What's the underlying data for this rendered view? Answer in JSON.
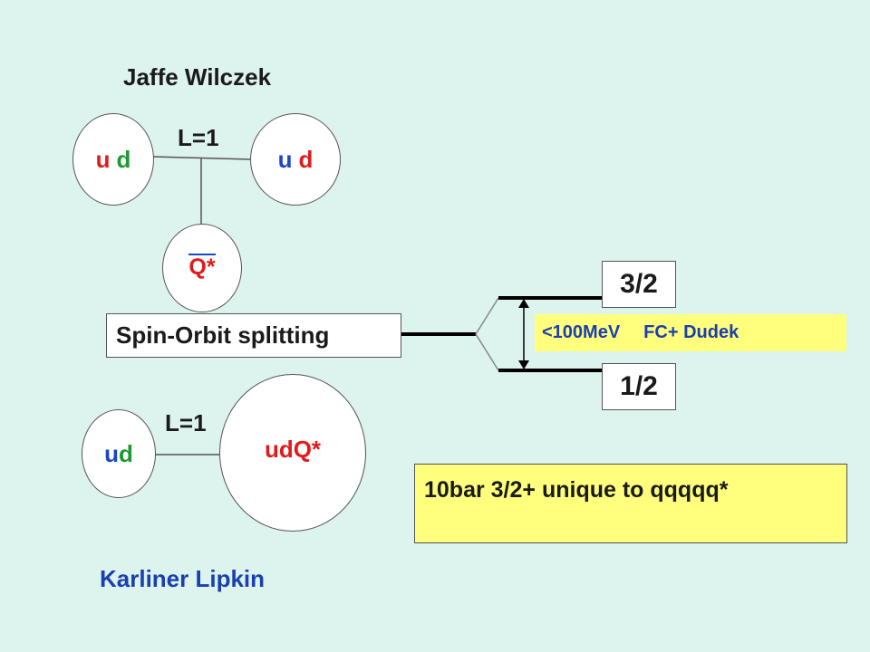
{
  "jaffe_wilczek": {
    "title": "Jaffe Wilczek",
    "left_diquark": {
      "u": "u",
      "d": "d"
    },
    "right_diquark": {
      "u": "u",
      "d": "d"
    },
    "orbital_label": "L=1",
    "antiquark": "Q*"
  },
  "karliner_lipkin": {
    "title": "Karliner Lipkin",
    "diquark": {
      "u": "u",
      "d": "d"
    },
    "orbital_label": "L=1",
    "triquark": "udQ*"
  },
  "splitting": {
    "label": "Spin-Orbit splitting",
    "upper_level": "3/2",
    "lower_level": "1/2",
    "gap_label": "<100MeV",
    "gap_reference": "FC+ Dudek"
  },
  "note": "10bar 3/2+ unique to qqqqq*",
  "colors": {
    "background": "#dcf3ee",
    "u_quark": "#e01b1b",
    "d_quark": "#1c9a2e",
    "blue": "#1a46c8",
    "note_box": "#ffff7d"
  }
}
